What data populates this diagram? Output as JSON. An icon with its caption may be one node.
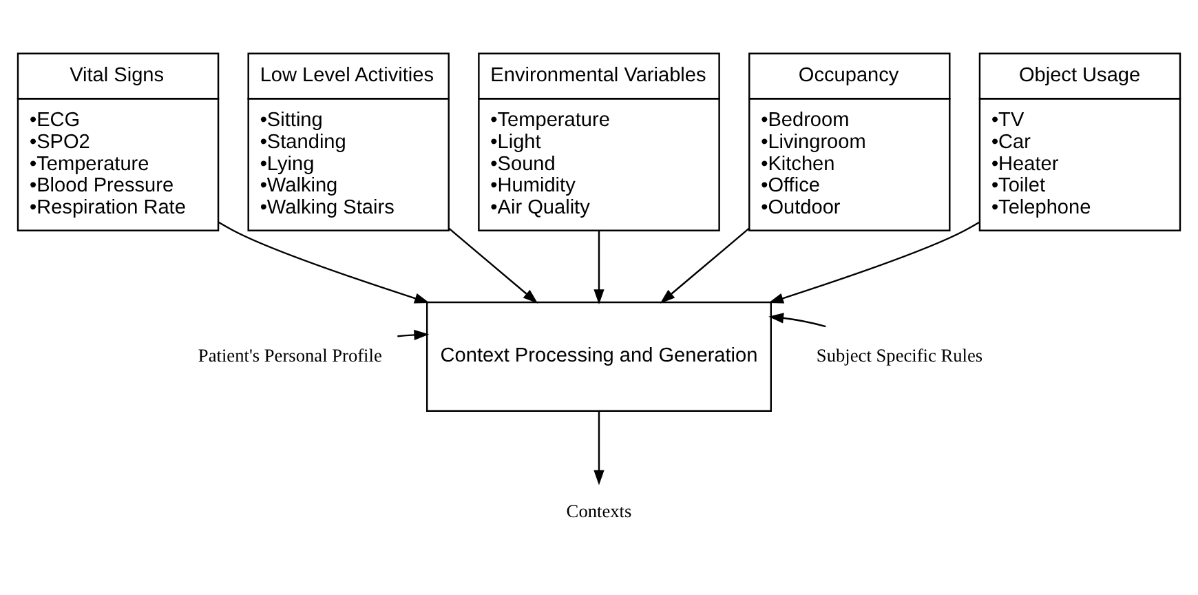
{
  "diagram": {
    "nodes": [
      {
        "text": [
          "Vital Signs",
          "•ECG",
          "•SPO2",
          "•Temperature",
          "•Blood Pressure",
          "•Respiration Rate"
        ]
      },
      {
        "text": [
          "Low Level Activities",
          "•Sitting",
          "•Standing",
          "•Lying",
          "•Walking",
          "•Walking Stairs"
        ]
      },
      {
        "text": [
          "Environmental Variables",
          "•Temperature",
          "•Light",
          "•Sound",
          "•Humidity",
          "•Air Quality"
        ]
      },
      {
        "text": [
          "Occupancy",
          "•Bedroom",
          "•Livingroom",
          "•Kitchen",
          "•Office",
          "•Outdoor"
        ]
      },
      {
        "text": [
          "Object Usage",
          "•TV",
          "•Car",
          "•Heater",
          "•Toilet",
          "•Telephone"
        ]
      },
      {
        "text": [
          "Patient's Personal Profile"
        ]
      },
      {
        "text": [
          "Context Processing and Generation"
        ]
      },
      {
        "text": [
          "Subject Specific Rules"
        ]
      },
      {
        "text": [
          "Contexts"
        ]
      }
    ],
    "edges": [
      {
        "from": 0,
        "to": 6,
        "arrow": "to"
      },
      {
        "from": 1,
        "to": 6,
        "arrow": "to"
      },
      {
        "from": 2,
        "to": 6,
        "arrow": "to"
      },
      {
        "from": 3,
        "to": 6,
        "arrow": "to"
      },
      {
        "from": 4,
        "to": 6,
        "arrow": "to"
      },
      {
        "from": 5,
        "to": 6,
        "arrow": "to"
      },
      {
        "from": 7,
        "to": 6,
        "arrow": "to"
      },
      {
        "from": 6,
        "to": 8,
        "arrow": "to"
      }
    ]
  }
}
